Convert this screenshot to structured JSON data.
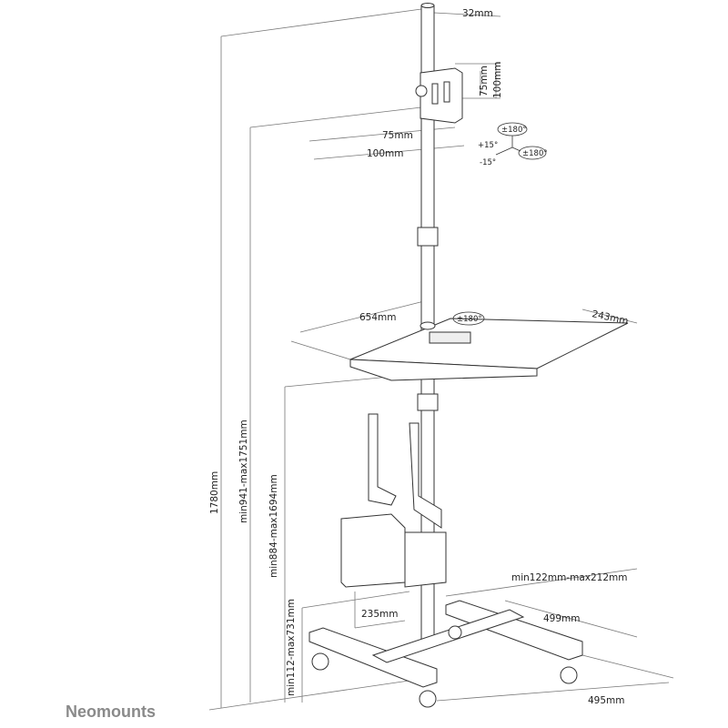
{
  "brand": "Neomounts",
  "dimensions": {
    "pole_diameter": "32mm",
    "vesa_75_h": "75mm",
    "vesa_100_h": "100mm",
    "vesa_75_w": "75mm",
    "vesa_100_w": "100mm",
    "total_height": "1780mm",
    "mount_height": "min941-max1751mm",
    "shelf_height": "min884-max1694mm",
    "cpu_height": "min112-max731mm",
    "shelf_width": "654mm",
    "shelf_depth": "243mm",
    "cpu_holder_width": "min122mm-max212mm",
    "cpu_holder_depth": "235mm",
    "base_depth": "499mm",
    "base_width": "495mm"
  },
  "rotations": {
    "swivel": "±180°",
    "rotate": "±180°",
    "tilt_up": "+15°",
    "tilt_down": "-15°",
    "shelf_rotate": "±180°"
  },
  "colors": {
    "line": "#333333",
    "dim_line": "#777777",
    "brand": "#8a8a8a"
  }
}
